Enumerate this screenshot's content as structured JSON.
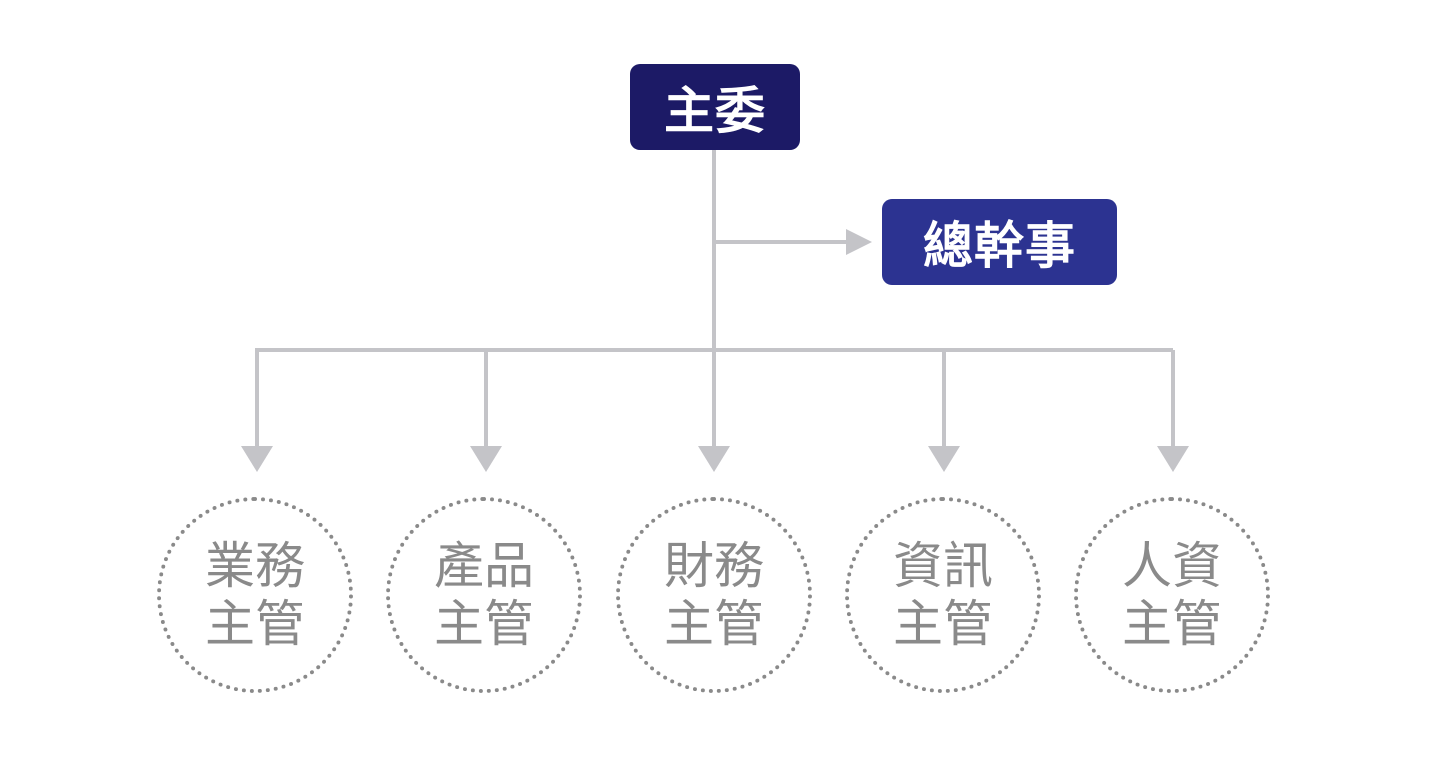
{
  "top_node": {
    "label": "主委"
  },
  "side_node": {
    "label": "總幹事"
  },
  "units": [
    {
      "line1": "業務",
      "line2": "主管"
    },
    {
      "line1": "產品",
      "line2": "主管"
    },
    {
      "line1": "財務",
      "line2": "主管"
    },
    {
      "line1": "資訊",
      "line2": "主管"
    },
    {
      "line1": "人資",
      "line2": "主管"
    }
  ],
  "colors": {
    "top_node": "#1c1a66",
    "side_node": "#2c3391",
    "connector": "#c4c4c8",
    "circle_text": "#8a8a8a"
  }
}
